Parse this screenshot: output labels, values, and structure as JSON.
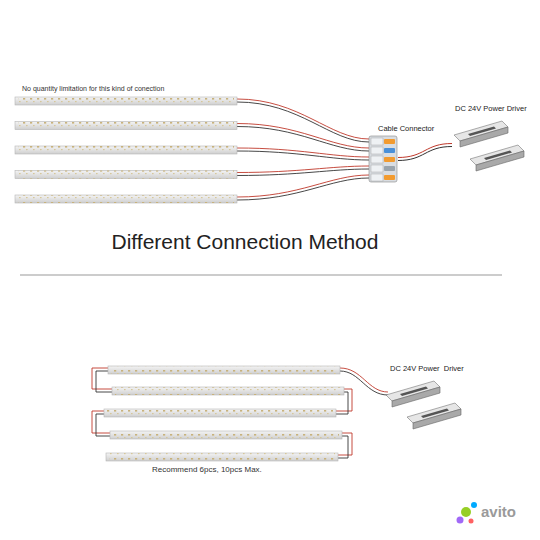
{
  "diagram": {
    "title": "Different Connection Method",
    "nodes": [
      {
        "text": [
          "Cable Connector"
        ]
      },
      {
        "text": [
          "DC 24V Power Driver"
        ]
      },
      {
        "text": [
          "DC 24V Power  Driver"
        ]
      }
    ],
    "edges": [
      {
        "from": 0,
        "to": 1,
        "arrow": "none"
      }
    ],
    "labels": [
      "No quantity limitation for this kind of conection",
      "Recommend 6pcs, 10pcs Max.",
      "avito"
    ]
  }
}
